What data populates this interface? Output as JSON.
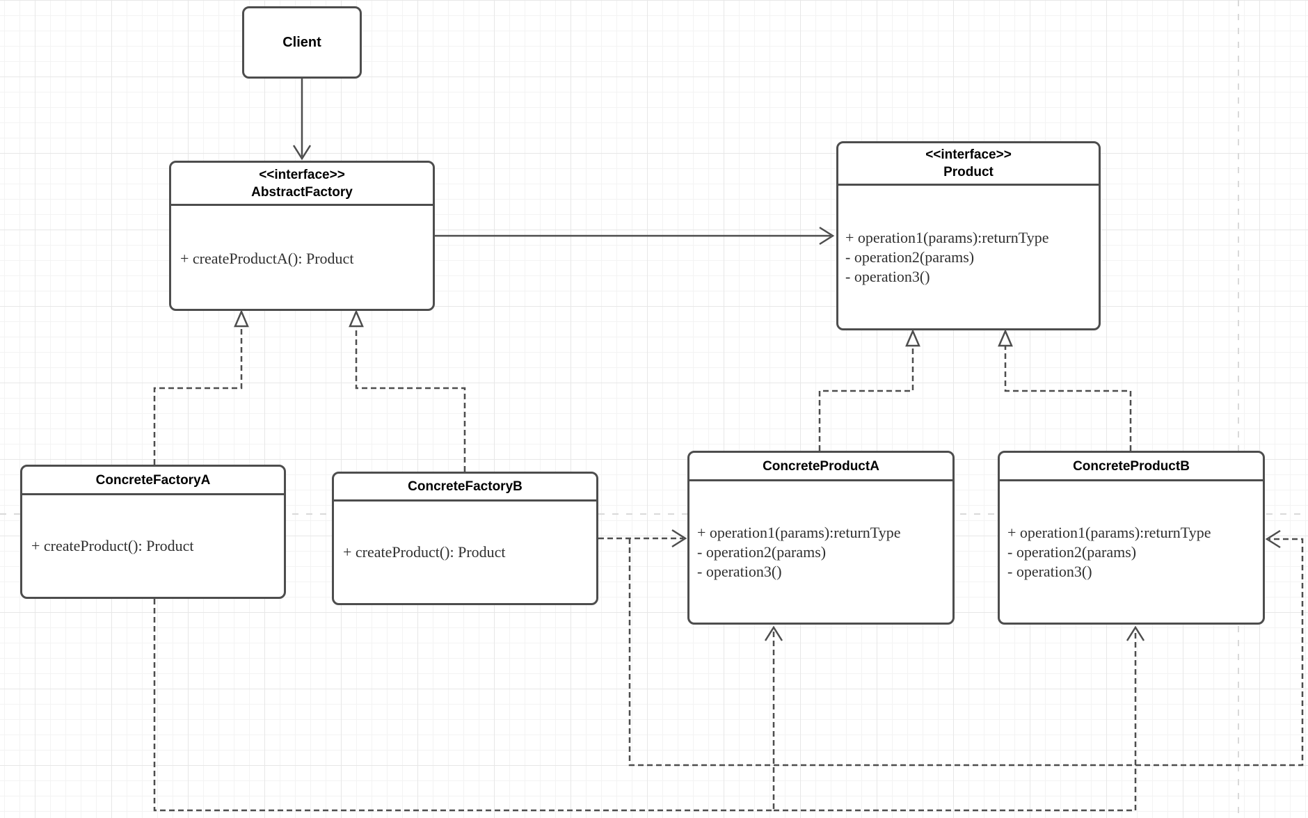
{
  "diagram": {
    "type": "uml-class-diagram",
    "pattern": "Abstract Factory",
    "classes": [
      {
        "name": "Client",
        "stereotype": "",
        "members": []
      },
      {
        "name": "AbstractFactory",
        "stereotype": "<<interface>>",
        "members": [
          "+ createProductA(): Product"
        ]
      },
      {
        "name": "Product",
        "stereotype": "<<interface>>",
        "members": [
          "+ operation1(params):returnType",
          "- operation2(params)",
          "- operation3()"
        ]
      },
      {
        "name": "ConcreteFactoryA",
        "stereotype": "",
        "members": [
          "+ createProduct(): Product"
        ]
      },
      {
        "name": "ConcreteFactoryB",
        "stereotype": "",
        "members": [
          "+ createProduct(): Product"
        ]
      },
      {
        "name": "ConcreteProductA",
        "stereotype": "",
        "members": [
          "+ operation1(params):returnType",
          "- operation2(params)",
          "- operation3()"
        ]
      },
      {
        "name": "ConcreteProductB",
        "stereotype": "",
        "members": [
          "+ operation1(params):returnType",
          "- operation2(params)",
          "- operation3()"
        ]
      }
    ],
    "connectors": [
      {
        "from": "Client",
        "to": "AbstractFactory",
        "relation": "association",
        "style": "solid-open-arrow"
      },
      {
        "from": "AbstractFactory",
        "to": "Product",
        "relation": "association",
        "style": "solid-open-arrow"
      },
      {
        "from": "ConcreteFactoryA",
        "to": "AbstractFactory",
        "relation": "realization",
        "style": "dashed-hollow-triangle"
      },
      {
        "from": "ConcreteFactoryB",
        "to": "AbstractFactory",
        "relation": "realization",
        "style": "dashed-hollow-triangle"
      },
      {
        "from": "ConcreteProductA",
        "to": "Product",
        "relation": "realization",
        "style": "dashed-hollow-triangle"
      },
      {
        "from": "ConcreteProductB",
        "to": "Product",
        "relation": "realization",
        "style": "dashed-hollow-triangle"
      },
      {
        "from": "ConcreteFactoryB",
        "to": "ConcreteProductA",
        "relation": "dependency",
        "style": "dashed-open-arrow"
      },
      {
        "from": "ConcreteFactoryB",
        "to": "ConcreteProductB",
        "relation": "dependency",
        "style": "dashed-open-arrow"
      },
      {
        "from": "ConcreteFactoryA",
        "to": "ConcreteProductA",
        "relation": "dependency",
        "style": "dashed-open-arrow"
      },
      {
        "from": "ConcreteFactoryA",
        "to": "ConcreteProductB",
        "relation": "dependency",
        "style": "dashed-open-arrow"
      }
    ],
    "colors": {
      "stroke": "#4d4d4d",
      "member_text": "#2f2f2f",
      "title_text": "#000000",
      "box_fill": "#ffffff",
      "guide": "#d9d9d9",
      "grid_minor": "#f3f3f3",
      "grid_major": "#e7e7e7",
      "background": "#ffffff"
    }
  }
}
